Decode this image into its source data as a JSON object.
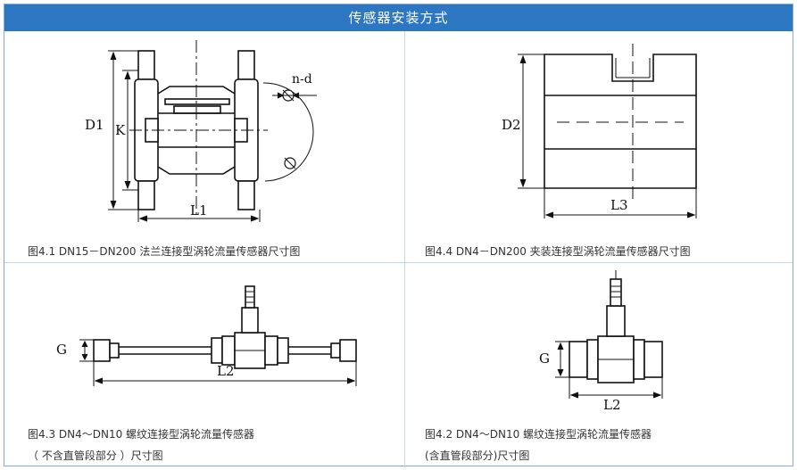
{
  "header": {
    "title": "传感器安装方式"
  },
  "panels": [
    {
      "id": "flange",
      "caption_lines": [
        "图4.1  DN15－DN200 法兰连接型涡轮流量传感器尺寸图"
      ],
      "labels": {
        "d1": "D1",
        "k": "K",
        "l1": "L1",
        "nd": "n-d"
      }
    },
    {
      "id": "wafer",
      "caption_lines": [
        "图4.4  DN4－DN200 夹装连接型涡轮流量传感器尺寸图"
      ],
      "labels": {
        "d2": "D2",
        "l3": "L3"
      }
    },
    {
      "id": "thread-straight",
      "caption_lines": [
        "图4.3  DN4～DN10  螺纹连接型涡轮流量传感器",
        "（ 不含直管段部分 ）尺寸图"
      ],
      "labels": {
        "g": "G",
        "l2": "L2"
      }
    },
    {
      "id": "thread",
      "caption_lines": [
        "图4.2  DN4～DN10 螺纹连接型涡轮流量传感器",
        "(含直管段部分)尺寸图"
      ],
      "labels": {
        "g": "G",
        "l2": "L2"
      }
    }
  ],
  "colors": {
    "header_bg": "#2d76c2",
    "line": "#111111",
    "grid": "#c7d4e3"
  }
}
